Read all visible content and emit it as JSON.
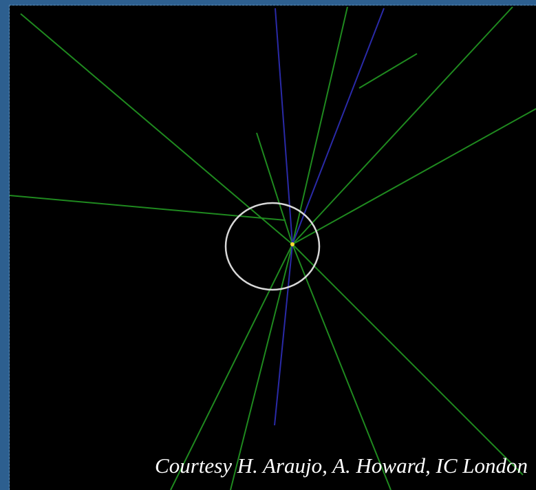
{
  "caption": "Courtesy H. Araujo, A. Howard, IC London",
  "colors": {
    "background": "#000000",
    "frame": "#2d5f8f",
    "track_green": "#1f8a1f",
    "track_blue": "#2a2aa8",
    "ring": "#d8d8d8",
    "vertex": "#ffdd33"
  },
  "icons": [
    "detector-ring",
    "interaction-vertex"
  ]
}
